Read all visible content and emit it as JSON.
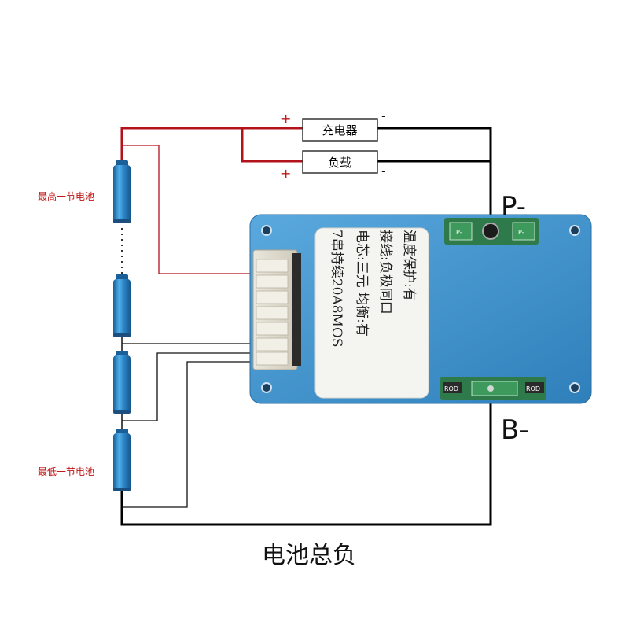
{
  "labels": {
    "charger": "充电器",
    "load": "负载",
    "plus_top": "+",
    "minus_top": "-",
    "plus_bottom": "+",
    "minus_bottom": "-",
    "highest_cell": "最高一节电池",
    "lowest_cell": "最低一节电池",
    "p_minus": "P-",
    "b_minus": "B-",
    "battery_total_negative": "电池总负"
  },
  "sticker": {
    "line1": "7串持续20A8MOS",
    "line2": "电芯:三元  均衡:有",
    "line3": "接线:负极同口",
    "line4": "温度保护:有"
  },
  "board_marks": {
    "p_left": "P-",
    "p_right": "P-",
    "rdd_left": "ROD",
    "rdd_right": "ROD"
  },
  "colors": {
    "positive_wire": "#b3121b",
    "negative_wire": "#000000",
    "board_blue": "#3f93cd",
    "cell_blue": "#2e86c9"
  }
}
